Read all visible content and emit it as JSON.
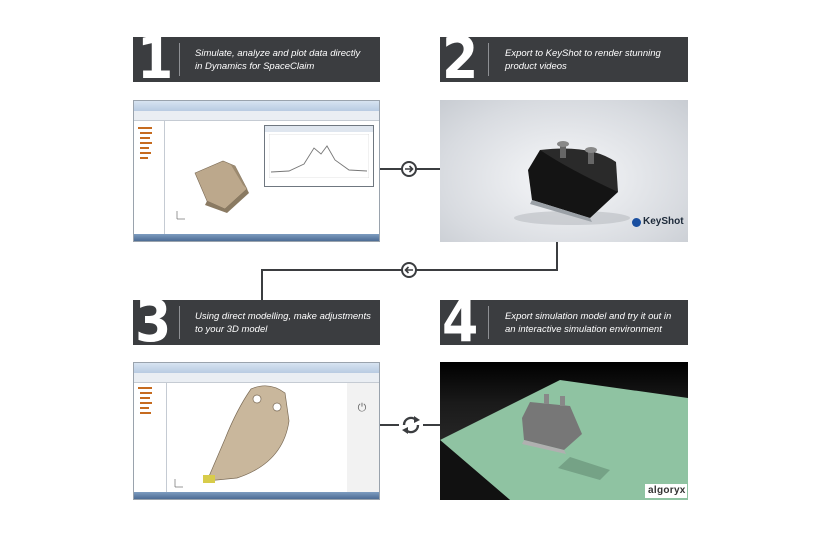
{
  "steps": [
    {
      "number": "1",
      "text": "Simulate, analyze and plot data directly in Dynamics for SpaceClaim"
    },
    {
      "number": "2",
      "text": "Export to KeyShot to render stunning product videos"
    },
    {
      "number": "3",
      "text": "Using direct modelling, make adjustments to your 3D model"
    },
    {
      "number": "4",
      "text": "Export simulation model and try it out in an interactive simulation environment"
    }
  ],
  "logos": {
    "keyshot": "KeyShot",
    "algoryx": "algoryx"
  },
  "icons": {
    "forward": "arrow-right-circle",
    "back": "arrow-left-circle",
    "cycle": "refresh-cycle"
  },
  "colors": {
    "header": "#3b3d40",
    "bucket_tan": "#bca88c",
    "ground_green": "#8fc3a2"
  }
}
